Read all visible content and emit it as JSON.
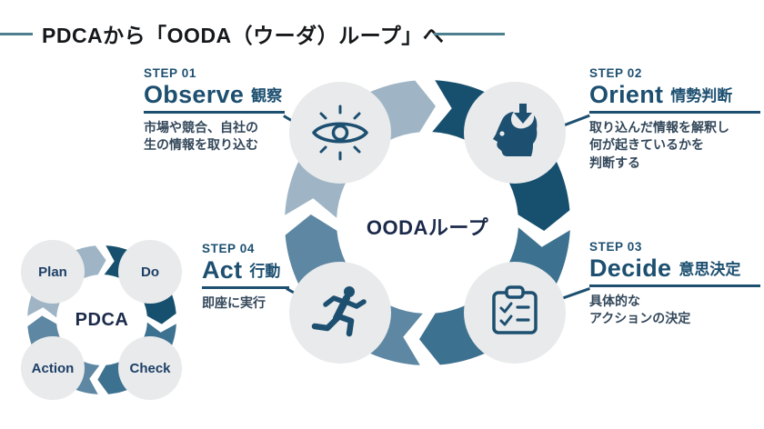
{
  "header": {
    "title": "PDCAから「OODA（ウーダ）ループ」へ"
  },
  "ooda": {
    "center_label": "OODAループ",
    "steps": [
      {
        "step": "STEP 01",
        "en": "Observe",
        "ja": "観察",
        "desc": "市場や競合、自社の\n生の情報を取り込む",
        "icon": "eye-icon"
      },
      {
        "step": "STEP 02",
        "en": "Orient",
        "ja": "情勢判断",
        "desc": "取り込んだ情報を解釈し\n何が起きているかを\n判断する",
        "icon": "head-arrow-icon"
      },
      {
        "step": "STEP 03",
        "en": "Decide",
        "ja": "意思決定",
        "desc": "具体的な\nアクションの決定",
        "icon": "checklist-icon"
      },
      {
        "step": "STEP 04",
        "en": "Act",
        "ja": "行動",
        "desc": "即座に実行",
        "icon": "runner-icon"
      }
    ]
  },
  "pdca": {
    "center_label": "PDCA",
    "items": [
      "Plan",
      "Do",
      "Check",
      "Action"
    ]
  },
  "colors": {
    "accent": "#1d4f70",
    "title_rule": "#4d808e",
    "ring_light": "#9fb5c5",
    "ring_dark": "#17506e",
    "ring_teal": "#3d7190",
    "ring_gray_teal": "#5d87a2",
    "node_fill": "#e8eaeb",
    "center_text": "#1b2a4a",
    "description_text": "#33475a"
  }
}
